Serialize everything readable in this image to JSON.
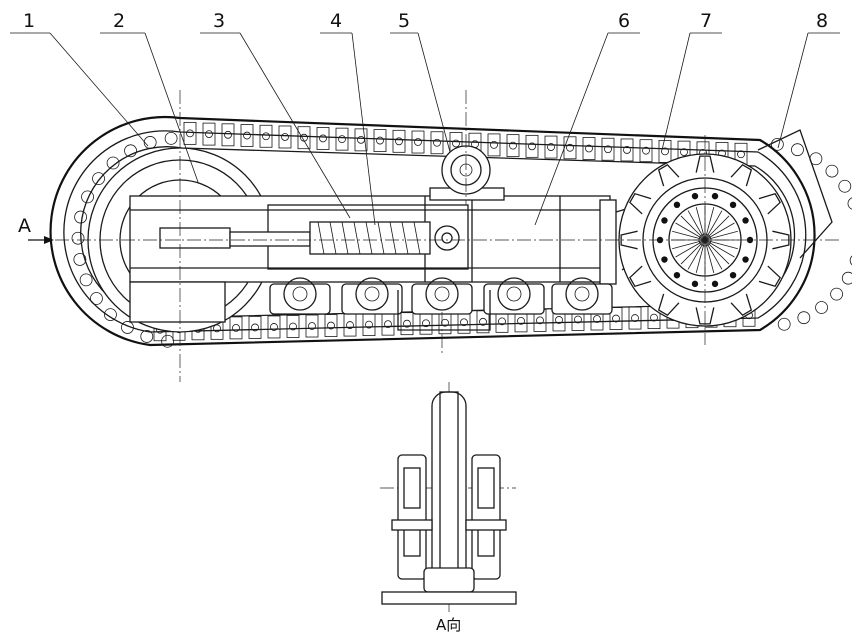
{
  "callouts": [
    "1",
    "2",
    "3",
    "4",
    "5",
    "6",
    "7",
    "8"
  ],
  "view_arrow_label": "A",
  "view_caption": "A向"
}
